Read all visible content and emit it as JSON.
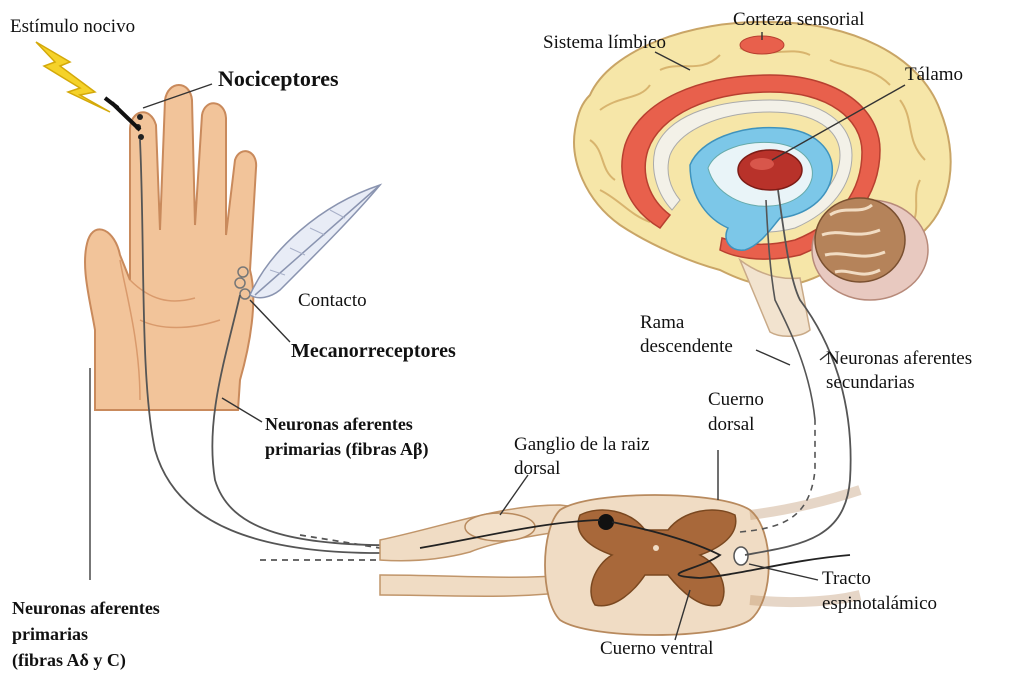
{
  "labels": {
    "estimulo": "Estímulo nocivo",
    "nociceptores": "Nociceptores",
    "corteza": "Corteza sensorial",
    "sistema_limbico": "Sistema límbico",
    "talamo": "Tálamo",
    "contacto": "Contacto",
    "mecanorreceptores": "Mecanorreceptores",
    "rama_1": "Rama",
    "rama_2": "descendente",
    "neur_sec_1": "Neuronas aferentes",
    "neur_sec_2": "secundarias",
    "cuerno_dorsal_1": "Cuerno",
    "cuerno_dorsal_2": "dorsal",
    "neur_prim_ab_1": "Neuronas aferentes",
    "neur_prim_ab_2": "primarias (fibras Aβ)",
    "ganglio_1": "Ganglio de la raiz",
    "ganglio_2": "dorsal",
    "tracto_1": "Tracto",
    "tracto_2": "espinotalámico",
    "cuerno_ventral": "Cuerno ventral",
    "neur_prim_ad_1": "Neuronas aferentes",
    "neur_prim_ad_2": "primarias",
    "neur_prim_ad_3": "(fibras Aδ y C)"
  },
  "colors": {
    "skin": "#f2c49a",
    "skin_shadow": "#d99a6c",
    "brain_gyri": "#f6e6a8",
    "limbic": "#e8604c",
    "thalamus": "#b8322a",
    "ventricle": "#7cc7e8",
    "cerebellum": "#b5835a",
    "spinal_grey": "#a8683a",
    "spinal_white": "#f0dcc4",
    "bolt": "#f5d229"
  }
}
